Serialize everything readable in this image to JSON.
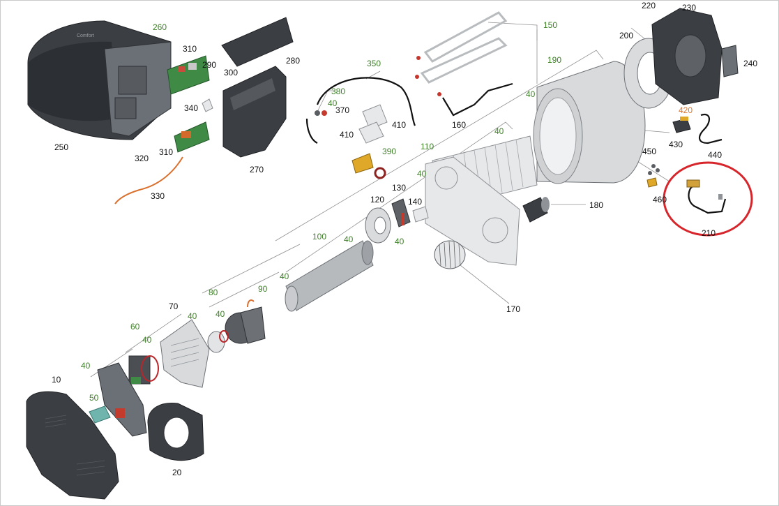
{
  "diagram": {
    "labels": [
      {
        "text": "260",
        "color": "green"
      },
      {
        "text": "310",
        "color": "black"
      },
      {
        "text": "290",
        "color": "black"
      },
      {
        "text": "300",
        "color": "black"
      },
      {
        "text": "280",
        "color": "black"
      },
      {
        "text": "250",
        "color": "black"
      },
      {
        "text": "340",
        "color": "black"
      },
      {
        "text": "270",
        "color": "black"
      },
      {
        "text": "320",
        "color": "black"
      },
      {
        "text": "310",
        "color": "black"
      },
      {
        "text": "330",
        "color": "black"
      },
      {
        "text": "350",
        "color": "green"
      },
      {
        "text": "380",
        "color": "green"
      },
      {
        "text": "40",
        "color": "green"
      },
      {
        "text": "370",
        "color": "black"
      },
      {
        "text": "410",
        "color": "black"
      },
      {
        "text": "410",
        "color": "black"
      },
      {
        "text": "390",
        "color": "green"
      },
      {
        "text": "150",
        "color": "green"
      },
      {
        "text": "160",
        "color": "black"
      },
      {
        "text": "190",
        "color": "green"
      },
      {
        "text": "40",
        "color": "green"
      },
      {
        "text": "40",
        "color": "green"
      },
      {
        "text": "110",
        "color": "green"
      },
      {
        "text": "40",
        "color": "green"
      },
      {
        "text": "130",
        "color": "black"
      },
      {
        "text": "140",
        "color": "black"
      },
      {
        "text": "120",
        "color": "black"
      },
      {
        "text": "40",
        "color": "green"
      },
      {
        "text": "180",
        "color": "black"
      },
      {
        "text": "170",
        "color": "black"
      },
      {
        "text": "100",
        "color": "green"
      },
      {
        "text": "40",
        "color": "green"
      },
      {
        "text": "40",
        "color": "green"
      },
      {
        "text": "80",
        "color": "green"
      },
      {
        "text": "90",
        "color": "green"
      },
      {
        "text": "40",
        "color": "green"
      },
      {
        "text": "70",
        "color": "black"
      },
      {
        "text": "40",
        "color": "green"
      },
      {
        "text": "60",
        "color": "green"
      },
      {
        "text": "40",
        "color": "green"
      },
      {
        "text": "40",
        "color": "green"
      },
      {
        "text": "10",
        "color": "black"
      },
      {
        "text": "50",
        "color": "green"
      },
      {
        "text": "20",
        "color": "black"
      },
      {
        "text": "220",
        "color": "black"
      },
      {
        "text": "230",
        "color": "black"
      },
      {
        "text": "200",
        "color": "black"
      },
      {
        "text": "240",
        "color": "black"
      },
      {
        "text": "420",
        "color": "orange"
      },
      {
        "text": "430",
        "color": "black"
      },
      {
        "text": "440",
        "color": "black"
      },
      {
        "text": "450",
        "color": "black"
      },
      {
        "text": "460",
        "color": "black"
      },
      {
        "text": "210",
        "color": "black"
      }
    ],
    "logo_text": "Comfort",
    "highlight_color": "#d7262b",
    "accent_label_color": "#3f7f2a",
    "orange_label_color": "#e0762a"
  }
}
